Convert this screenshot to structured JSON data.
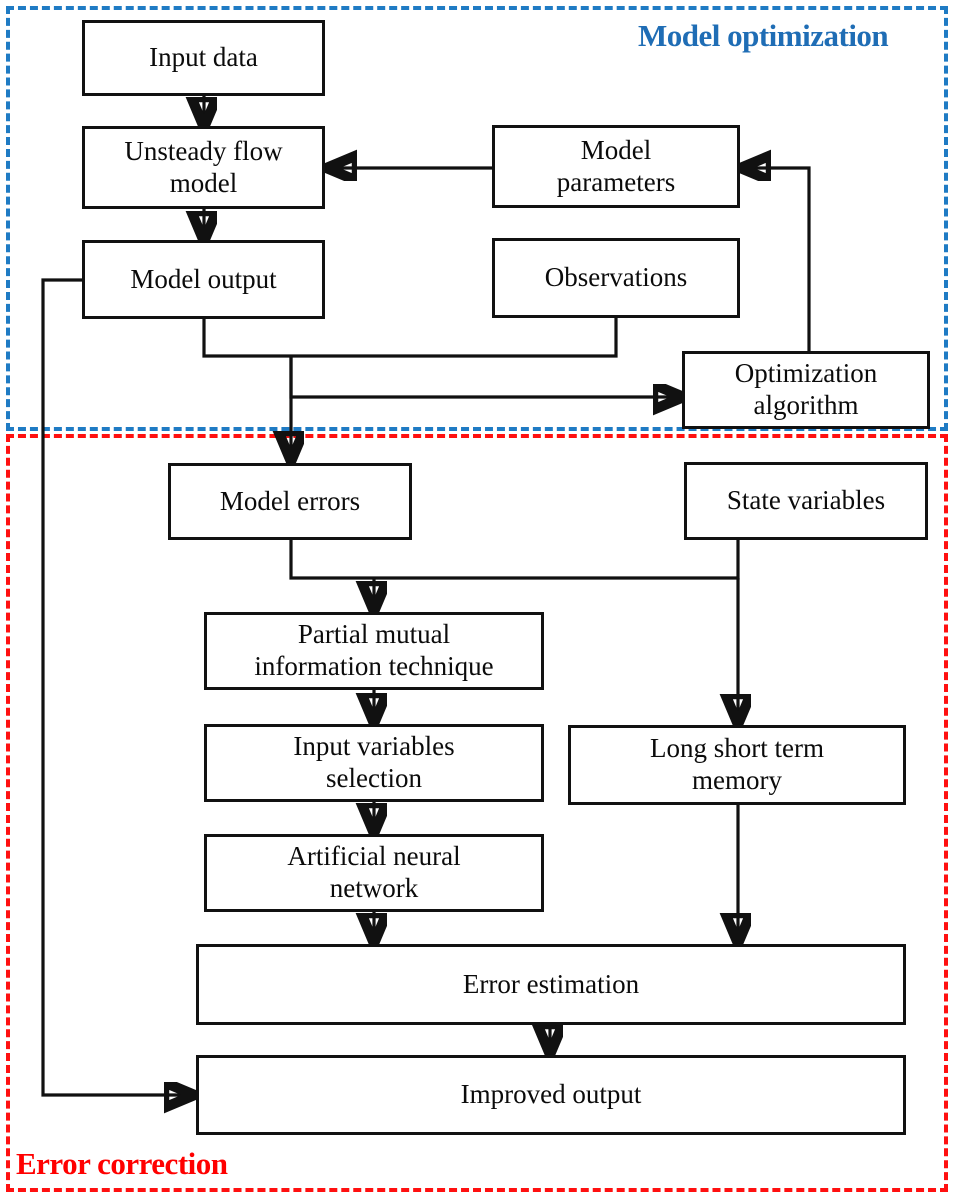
{
  "diagram": {
    "title_regions": [
      {
        "id": "model-optimization",
        "label": "Model optimization",
        "color": "#1F6DB5",
        "style": "blue-dashed"
      },
      {
        "id": "error-correction",
        "label": "Error correction",
        "color": "#FF0000",
        "style": "red-dashed"
      }
    ],
    "nodes": [
      {
        "id": "input-data",
        "label": "Input data",
        "group": "model-optimization"
      },
      {
        "id": "unsteady-flow-model",
        "label": "Unsteady flow\nmodel",
        "group": "model-optimization"
      },
      {
        "id": "model-output",
        "label": "Model output",
        "group": "model-optimization"
      },
      {
        "id": "model-parameters",
        "label": "Model\nparameters",
        "group": "model-optimization"
      },
      {
        "id": "observations",
        "label": "Observations",
        "group": "model-optimization"
      },
      {
        "id": "optimization-algorithm",
        "label": "Optimization\nalgorithm",
        "group": "model-optimization"
      },
      {
        "id": "model-errors",
        "label": "Model errors",
        "group": "error-correction"
      },
      {
        "id": "state-variables",
        "label": "State variables",
        "group": "error-correction"
      },
      {
        "id": "partial-mutual-information-technique",
        "label": "Partial mutual\ninformation technique",
        "group": "error-correction"
      },
      {
        "id": "input-variables-selection",
        "label": "Input variables\nselection",
        "group": "error-correction"
      },
      {
        "id": "long-short-term-memory",
        "label": "Long short term\nmemory",
        "group": "error-correction"
      },
      {
        "id": "artificial-neural-network",
        "label": "Artificial neural\nnetwork",
        "group": "error-correction"
      },
      {
        "id": "error-estimation",
        "label": "Error estimation",
        "group": "error-correction"
      },
      {
        "id": "improved-output",
        "label": "Improved output",
        "group": "error-correction"
      }
    ],
    "edges": [
      {
        "from": "input-data",
        "to": "unsteady-flow-model",
        "arrow": true
      },
      {
        "from": "unsteady-flow-model",
        "to": "model-output",
        "arrow": true
      },
      {
        "from": "model-parameters",
        "to": "unsteady-flow-model",
        "arrow": true
      },
      {
        "from": "model-output",
        "to": "optimization-algorithm",
        "arrow": true
      },
      {
        "from": "observations",
        "to": "optimization-algorithm",
        "arrow": true
      },
      {
        "from": "optimization-algorithm",
        "to": "model-parameters",
        "arrow": true
      },
      {
        "from": "model-output",
        "to": "model-errors",
        "arrow": true
      },
      {
        "from": "model-errors",
        "to": "partial-mutual-information-technique",
        "arrow": true
      },
      {
        "from": "state-variables",
        "to": "partial-mutual-information-technique",
        "arrow": true
      },
      {
        "from": "state-variables",
        "to": "long-short-term-memory",
        "arrow": true
      },
      {
        "from": "partial-mutual-information-technique",
        "to": "input-variables-selection",
        "arrow": true
      },
      {
        "from": "input-variables-selection",
        "to": "artificial-neural-network",
        "arrow": true
      },
      {
        "from": "artificial-neural-network",
        "to": "error-estimation",
        "arrow": true
      },
      {
        "from": "long-short-term-memory",
        "to": "error-estimation",
        "arrow": true
      },
      {
        "from": "error-estimation",
        "to": "improved-output",
        "arrow": true
      },
      {
        "from": "model-output",
        "to": "improved-output",
        "arrow": true
      }
    ]
  }
}
